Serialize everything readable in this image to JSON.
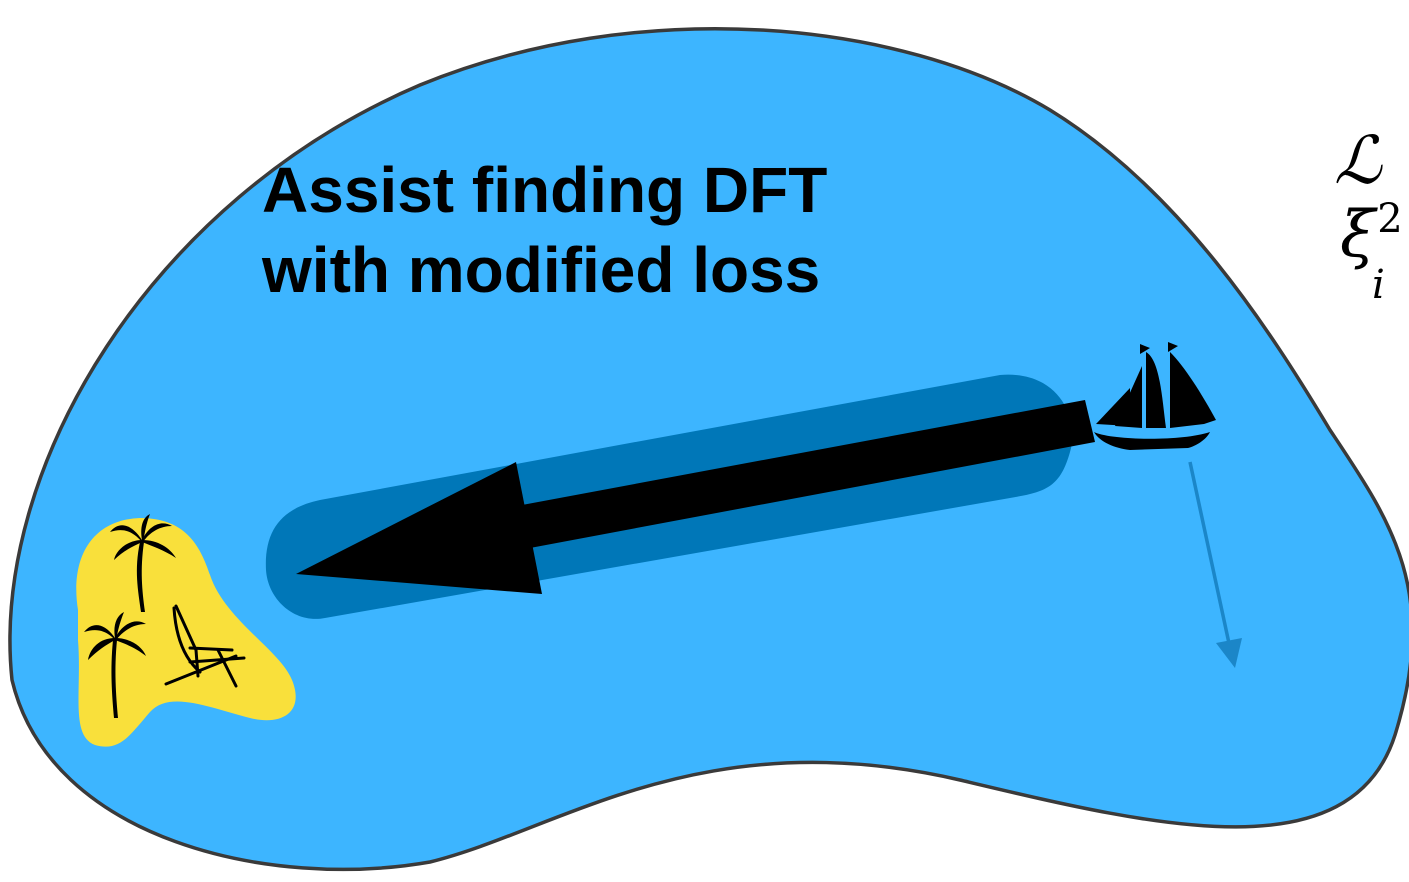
{
  "headline": {
    "line1": "Assist finding DFT",
    "line2": "with modified loss"
  },
  "formulas": {
    "loss_symbol": "ℒ",
    "xi_symbol": "ξ",
    "xi_superscript": "2",
    "xi_subscript": "i"
  },
  "colors": {
    "sea": "#3db5ff",
    "sea_outline": "#3a3a3a",
    "channel": "#0077b8",
    "island": "#f9e03b",
    "arrow": "#000000",
    "drift_arrow": "#1b86c8"
  },
  "icons": {
    "island_palms": "palm-tree-icon",
    "chair": "beach-chair-icon",
    "ship": "sailing-ship-icon"
  }
}
